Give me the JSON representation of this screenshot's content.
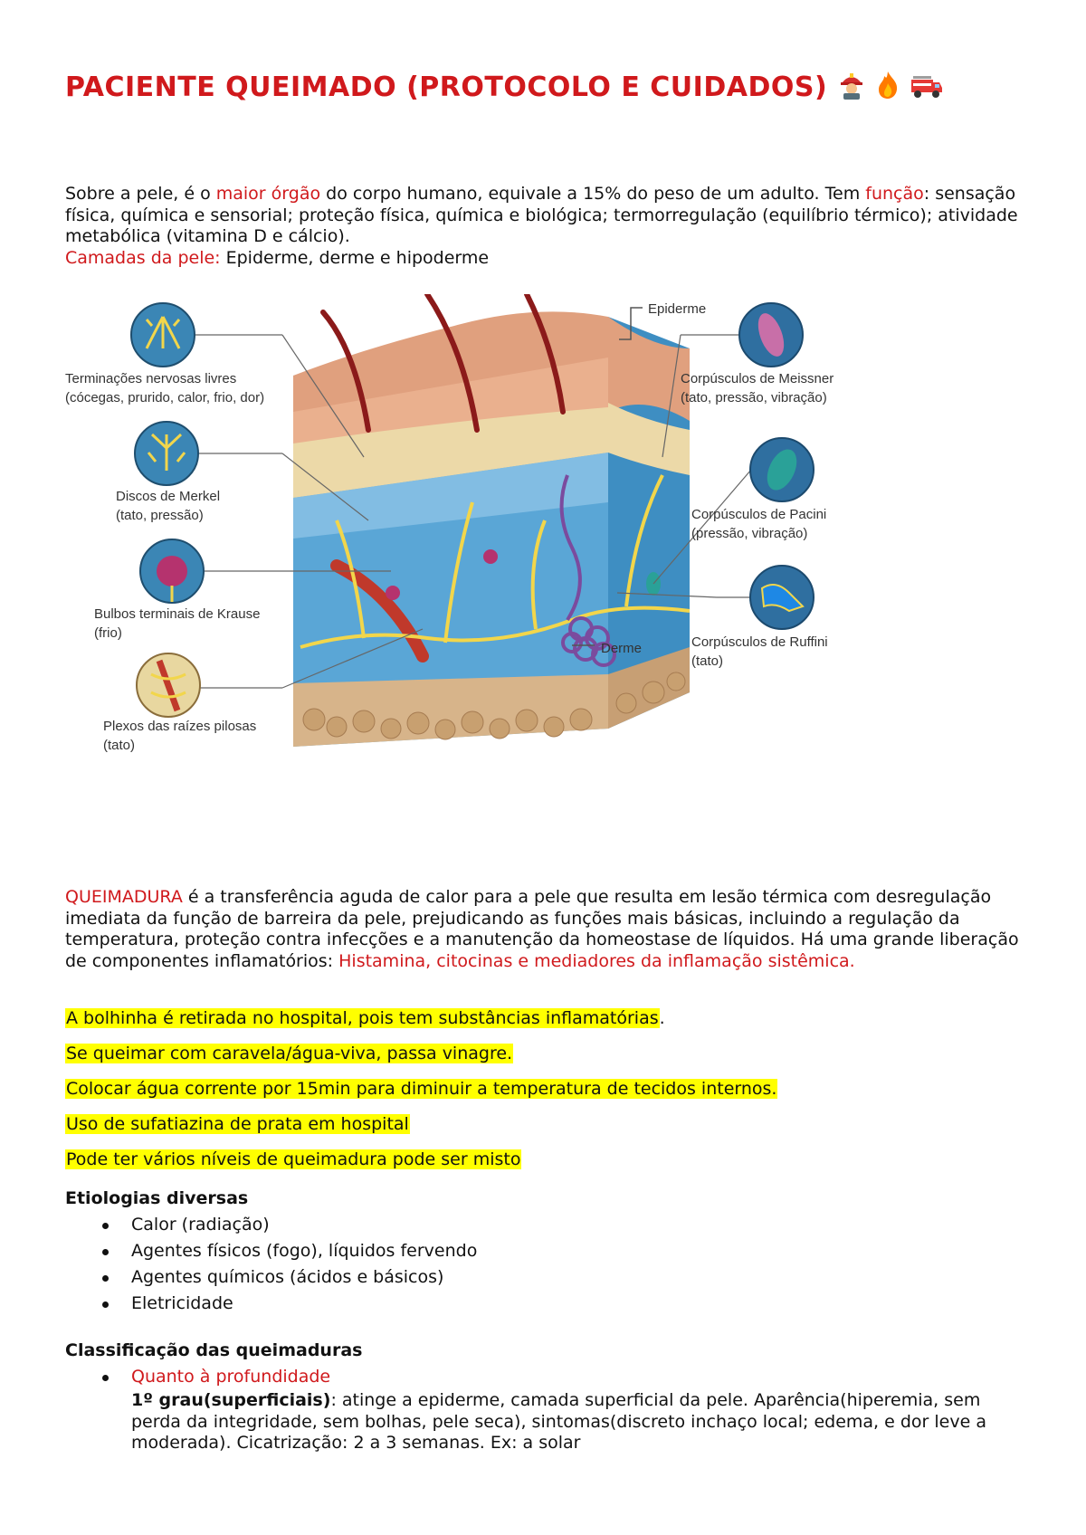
{
  "title": "PACIENTE QUEIMADO (PROTOCOLO E CUIDADOS)",
  "title_emojis": [
    "firefighter-emoji",
    "fire-emoji",
    "fire-engine-emoji"
  ],
  "colors": {
    "accent": "#d0191c",
    "highlight": "#ffff00",
    "text": "#111111"
  },
  "intro": {
    "p1_a": "Sobre a pele, é o ",
    "p1_red1": "maior órgão",
    "p1_b": " do corpo humano, equivale a 15% do peso de um adulto. Tem ",
    "p1_red2": "função",
    "p1_c": ": sensação física, química e sensorial; proteção física, química e biológica; termorregulação (equilíbrio térmico); atividade metabólica (vitamina D e cálcio).",
    "layers_label": "Camadas da pele:",
    "layers_text": " Epiderme, derme e hipoderme"
  },
  "figure": {
    "epiderme": "Epiderme",
    "derme": "Derme",
    "left_labels": [
      {
        "line1": "Terminações nervosas livres",
        "line2": "(cócegas, prurido, calor, frio, dor)"
      },
      {
        "line1": "Discos de Merkel",
        "line2": "(tato, pressão)"
      },
      {
        "line1": "Bulbos terminais de Krause",
        "line2": "(frio)"
      },
      {
        "line1": "Plexos das raízes pilosas",
        "line2": "(tato)"
      }
    ],
    "right_labels": [
      {
        "line1": "Corpúsculos de Meissner",
        "line2": "(tato, pressão, vibração)"
      },
      {
        "line1": "Corpúsculos de Pacini",
        "line2": "(pressão, vibração)"
      },
      {
        "line1": "Corpúsculos de Ruffini",
        "line2": "(tato)"
      }
    ]
  },
  "burn": {
    "term": "QUEIMADURA",
    "text": " é a transferência aguda de calor para a pele que resulta em lesão térmica com desregulação imediata da função de barreira da pele, prejudicando as funções mais básicas, incluindo a regulação da temperatura, proteção contra infecções e a manutenção da homeostase de líquidos. Há uma grande liberação de componentes inflamatórios: ",
    "red_end": "Histamina, citocinas e mediadores da inflamação sistêmica."
  },
  "highlights": [
    "A bolhinha é retirada no hospital, pois tem substâncias inflamatórias",
    "Se queimar com caravela/água-viva, passa vinagre.",
    "Colocar água corrente por 15min para diminuir a temperatura de tecidos internos.",
    "Uso de sufatiazina de prata em hospital",
    "Pode ter vários níveis de queimadura pode ser misto"
  ],
  "highlight_tail": ".",
  "etiologias": {
    "title": "Etiologias diversas",
    "items": [
      "Calor (radiação)",
      "Agentes físicos (fogo), líquidos fervendo",
      "Agentes químicos (ácidos e básicos)",
      "Eletricidade"
    ]
  },
  "classificacao": {
    "title": "Classificação das queimaduras",
    "item1_title": "Quanto à profundidade",
    "item1_bold": "1º grau(superficiais)",
    "item1_text": ": atinge a epiderme, camada superficial da pele. Aparência(hiperemia, sem perda da integridade, sem bolhas, pele seca), sintomas(discreto inchaço local; edema, e dor leve a moderada). Cicatrização: 2 a 3 semanas. Ex: a solar"
  }
}
